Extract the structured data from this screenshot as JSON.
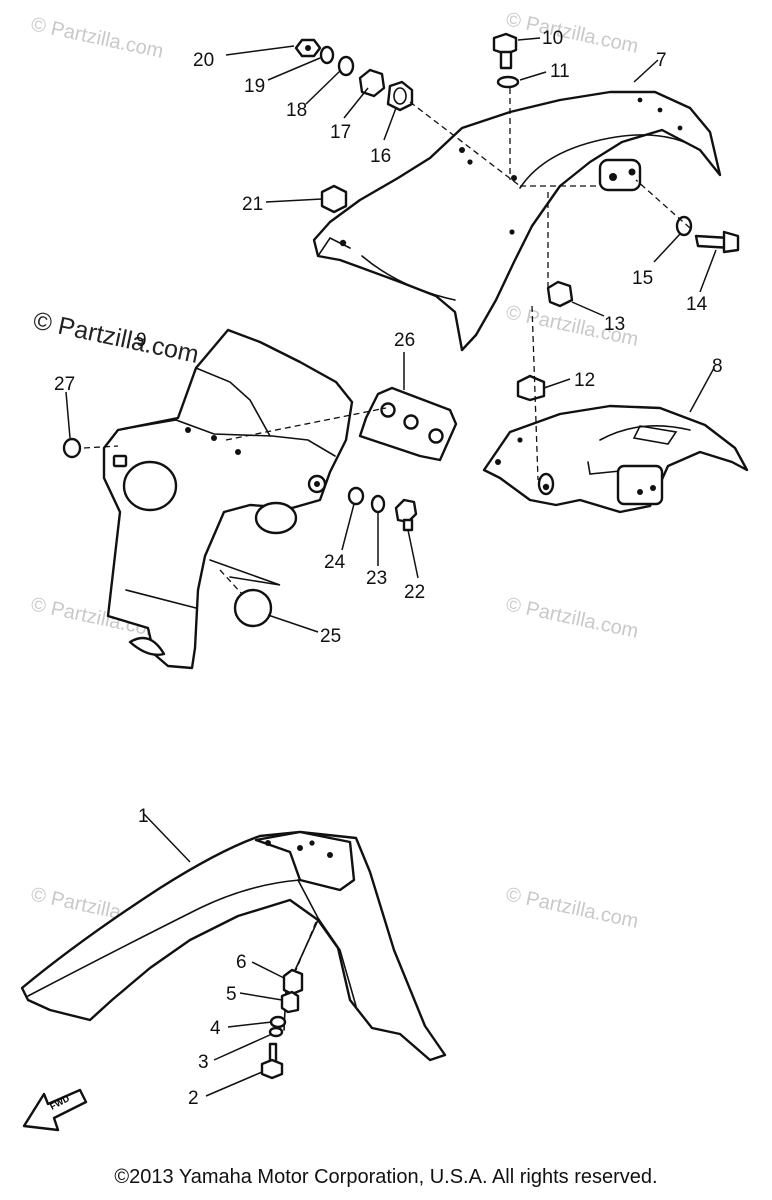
{
  "watermarks": {
    "small": "© Partzilla.com",
    "large": "© Partzilla.com"
  },
  "labels": {
    "p1": "1",
    "p2": "2",
    "p3": "3",
    "p4": "4",
    "p5": "5",
    "p6": "6",
    "p7": "7",
    "p8": "8",
    "p9": "9",
    "p10": "10",
    "p11": "11",
    "p12": "12",
    "p13": "13",
    "p14": "14",
    "p15": "15",
    "p16": "16",
    "p17": "17",
    "p18": "18",
    "p19": "19",
    "p20": "20",
    "p21": "21",
    "p22": "22",
    "p23": "23",
    "p24": "24",
    "p25": "25",
    "p26": "26",
    "p27": "27"
  },
  "fwd_badge": "FWD",
  "copyright": "©2013 Yamaha Motor Corporation, U.S.A. All rights reserved."
}
